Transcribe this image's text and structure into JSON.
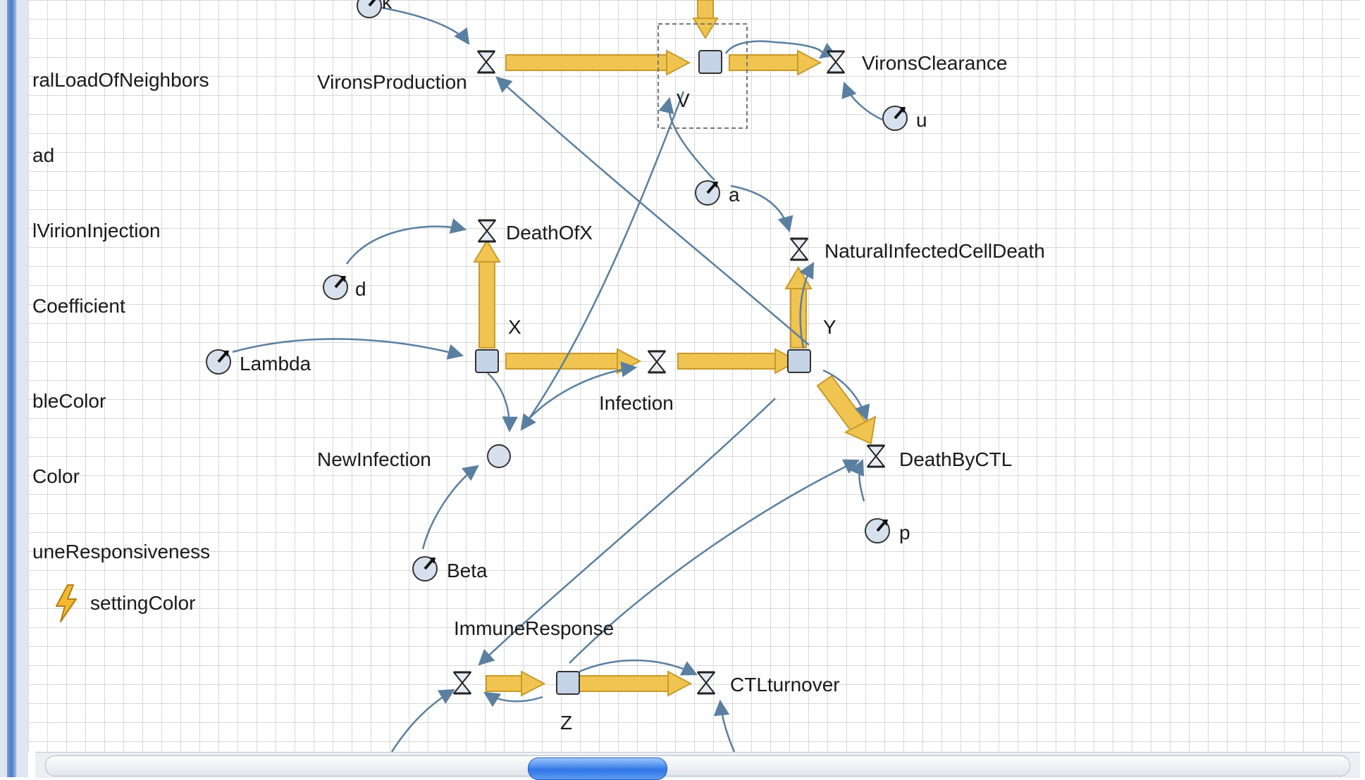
{
  "left_panel_labels": [
    "ralLoadOfNeighbors",
    "ad",
    "lVirionInjection",
    "Coefficient",
    "bleColor",
    "Color",
    "uneResponsiveness"
  ],
  "action": {
    "name": "settingColor",
    "icon": "lightning-bolt-icon"
  },
  "stocks": {
    "V": "V",
    "X": "X",
    "Y": "Y",
    "Z": "Z"
  },
  "flows": {
    "virons_production": "VironsProduction",
    "virons_clearance": "VironsClearance",
    "death_of_x": "DeathOfX",
    "natural_infected_cell_death": "NaturalInfectedCellDeath",
    "infection": "Infection",
    "death_by_ctl": "DeathByCTL",
    "immune_response": "ImmuneResponse",
    "ctl_turnover": "CTLturnover"
  },
  "auxiliaries": {
    "new_infection": "NewInfection"
  },
  "parameters": {
    "k": "k",
    "u": "u",
    "a": "a",
    "d": "d",
    "lambda": "Lambda",
    "beta": "Beta",
    "p": "p"
  },
  "colors": {
    "flow_pipe": "#f0c450",
    "flow_pipe_edge": "#c99a2a",
    "link": "#5a7fa0",
    "stock_fill": "#c5d3e6",
    "grid": "#d8d8d8",
    "scroll_thumb": "#2f78e6"
  }
}
